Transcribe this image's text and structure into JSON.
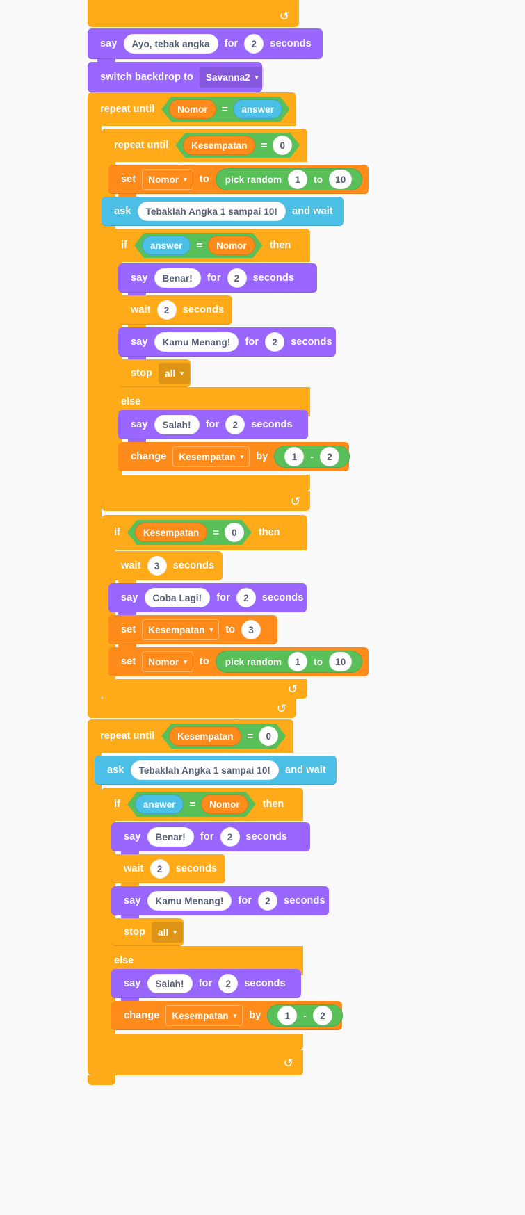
{
  "meta": {
    "app": "Scratch block editor",
    "background_color": "#f9f9f9",
    "colors": {
      "looks": "#9966ff",
      "sensing": "#4cbfe6",
      "control": "#ffab19",
      "variables": "#ff8c1a",
      "operators": "#59c059",
      "input_text": "#575e75"
    }
  },
  "labels": {
    "say": "say",
    "for": "for",
    "seconds": "seconds",
    "switch_backdrop_to": "switch backdrop to",
    "repeat_until": "repeat until",
    "set": "set",
    "to": "to",
    "pick_random": "pick random",
    "ask": "ask",
    "and_wait": "and wait",
    "if": "if",
    "then": "then",
    "else": "else",
    "wait": "wait",
    "stop": "stop",
    "change": "change",
    "by": "by",
    "equals": "=",
    "minus": "-",
    "loop_arrow": "↺",
    "dropdown_arrow": "▾"
  },
  "values": {
    "msg_ayo": "Ayo, tebak angka",
    "msg_benar": "Benar!",
    "msg_menang": "Kamu Menang!",
    "msg_salah": "Salah!",
    "msg_coba_lagi": "Coba Lagi!",
    "ask_prompt": "Tebaklah Angka 1 sampai 10!",
    "backdrop": "Savanna2",
    "var_nomor": "Nomor",
    "var_kesempatan": "Kesempatan",
    "reporter_answer": "answer",
    "stop_all": "all",
    "n_0": "0",
    "n_1": "1",
    "n_2": "2",
    "n_3": "3",
    "n_10": "10"
  },
  "script": [
    {
      "id": "say-ayo",
      "type": "looks",
      "text": "say Ayo, tebak angka for 2 seconds"
    },
    {
      "id": "switch-backdrop",
      "type": "looks",
      "text": "switch backdrop to Savanna2"
    },
    {
      "id": "repeat-until-nomor-answer",
      "type": "control",
      "text": "repeat until Nomor = answer"
    },
    {
      "id": "repeat-until-kesempatan-0-a",
      "type": "control",
      "text": "repeat until Kesempatan = 0"
    },
    {
      "id": "set-nomor-random-a",
      "type": "variables",
      "text": "set Nomor to pick random 1 to 10"
    },
    {
      "id": "ask-guess-a",
      "type": "sensing",
      "text": "ask Tebaklah Angka 1 sampai 10! and wait"
    },
    {
      "id": "if-answer-nomor-a",
      "type": "control",
      "text": "if answer = Nomor then"
    },
    {
      "id": "say-benar-a",
      "type": "looks",
      "text": "say Benar! for 2 seconds"
    },
    {
      "id": "wait-2-a",
      "type": "control",
      "text": "wait 2 seconds"
    },
    {
      "id": "say-menang-a",
      "type": "looks",
      "text": "say Kamu Menang! for 2 seconds"
    },
    {
      "id": "stop-all-a",
      "type": "control",
      "text": "stop all"
    },
    {
      "id": "else-a",
      "type": "control",
      "text": "else"
    },
    {
      "id": "say-salah-a",
      "type": "looks",
      "text": "say Salah! for 2 seconds"
    },
    {
      "id": "change-kesempatan-a",
      "type": "variables",
      "text": "change Kesempatan by 1 - 2"
    },
    {
      "id": "if-kesempatan-0",
      "type": "control",
      "text": "if Kesempatan = 0 then"
    },
    {
      "id": "wait-3",
      "type": "control",
      "text": "wait 3 seconds"
    },
    {
      "id": "say-coba-lagi",
      "type": "looks",
      "text": "say Coba Lagi! for 2 seconds"
    },
    {
      "id": "set-kesempatan-3",
      "type": "variables",
      "text": "set Kesempatan to 3"
    },
    {
      "id": "set-nomor-random-b",
      "type": "variables",
      "text": "set Nomor to pick random 1 to 10"
    },
    {
      "id": "repeat-until-kesempatan-0-b",
      "type": "control",
      "text": "repeat until Kesempatan = 0"
    },
    {
      "id": "ask-guess-b",
      "type": "sensing",
      "text": "ask Tebaklah Angka 1 sampai 10! and wait"
    },
    {
      "id": "if-answer-nomor-b",
      "type": "control",
      "text": "if answer = Nomor then"
    },
    {
      "id": "say-benar-b",
      "type": "looks",
      "text": "say Benar! for 2 seconds"
    },
    {
      "id": "wait-2-b",
      "type": "control",
      "text": "wait 2 seconds"
    },
    {
      "id": "say-menang-b",
      "type": "looks",
      "text": "say Kamu Menang! for 2 seconds"
    },
    {
      "id": "stop-all-b",
      "type": "control",
      "text": "stop all"
    },
    {
      "id": "else-b",
      "type": "control",
      "text": "else"
    },
    {
      "id": "say-salah-b",
      "type": "looks",
      "text": "say Salah! for 2 seconds"
    },
    {
      "id": "change-kesempatan-b",
      "type": "variables",
      "text": "change Kesempatan by 1 - 2"
    }
  ]
}
